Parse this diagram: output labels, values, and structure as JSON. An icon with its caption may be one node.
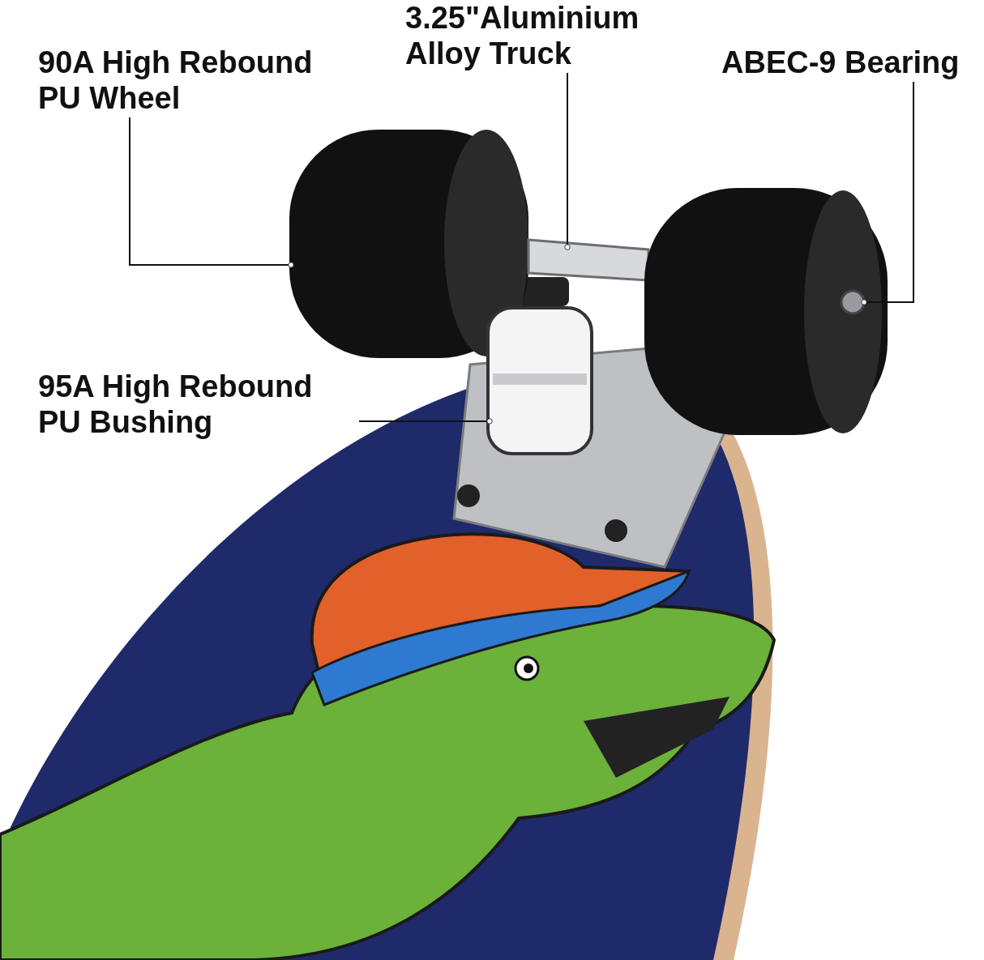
{
  "diagram": {
    "nodes": [
      {
        "text": [
          "90A High Rebound PU Wheel"
        ]
      },
      {
        "text": [
          "3.25\"Aluminium Alloy Truck"
        ]
      },
      {
        "text": [
          "ABEC-9 Bearing"
        ]
      },
      {
        "text": [
          "95A High Rebound PU Bushing"
        ]
      },
      {
        "text": [],
        "shape": "picture"
      },
      {
        "text": [],
        "shape": "bar"
      },
      {
        "text": [],
        "shape": "circle"
      },
      {
        "text": [],
        "shape": "cylinder"
      }
    ],
    "edges": [
      {
        "from": 0,
        "to": 4,
        "arrow": "other"
      },
      {
        "from": 1,
        "to": 5,
        "arrow": "other"
      },
      {
        "from": 2,
        "to": 6,
        "arrow": "other"
      },
      {
        "from": 3,
        "to": 7,
        "arrow": "other"
      }
    ]
  }
}
